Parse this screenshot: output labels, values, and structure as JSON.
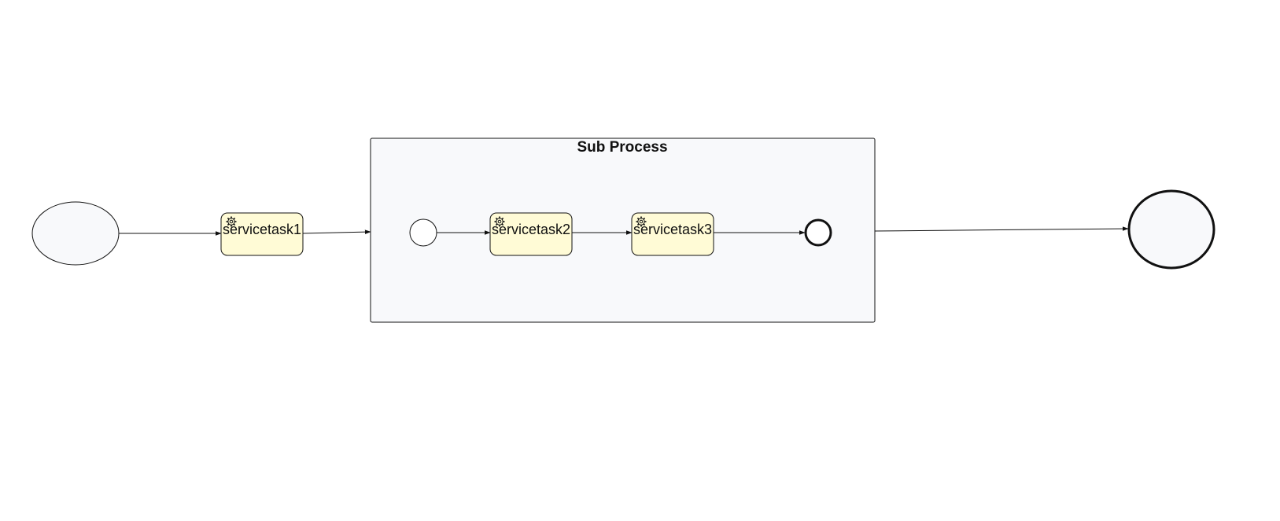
{
  "diagram": {
    "subprocess": {
      "label": "Sub Process"
    },
    "tasks": [
      {
        "label": "servicetask1",
        "icon": "gear-icon"
      },
      {
        "label": "servicetask2",
        "icon": "gear-icon"
      },
      {
        "label": "servicetask3",
        "icon": "gear-icon"
      }
    ],
    "colors": {
      "task_fill": "#fffbd6",
      "event_fill": "#f8f9fb",
      "subprocess_fill": "#f8f9fb",
      "stroke": "#111111"
    }
  }
}
